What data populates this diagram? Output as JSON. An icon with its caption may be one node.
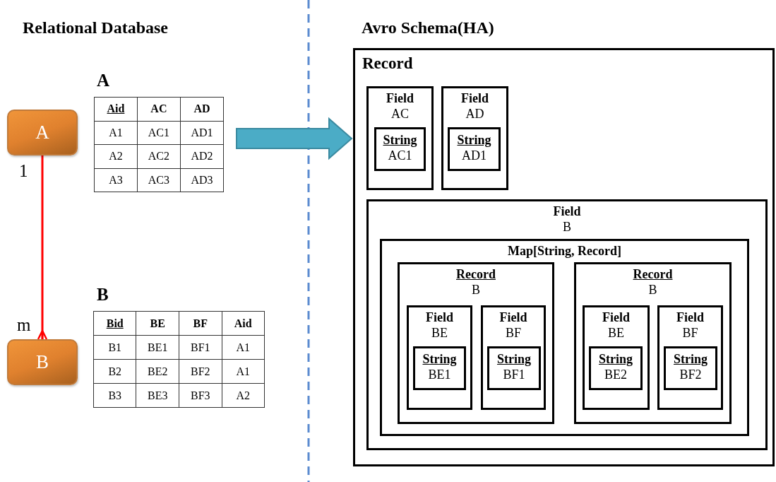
{
  "diagram": {
    "nodes": [
      {
        "text": [
          "A"
        ]
      },
      {
        "text": [
          "B"
        ]
      },
      {
        "text": [
          "Record"
        ]
      },
      {
        "text": [
          "Field",
          "AC"
        ],
        "in": 2
      },
      {
        "text": [
          "String",
          "AC1"
        ],
        "in": 3
      },
      {
        "text": [
          "Field",
          "AD"
        ],
        "in": 2
      },
      {
        "text": [
          "String",
          "AD1"
        ],
        "in": 5
      },
      {
        "text": [
          "Field",
          "B"
        ],
        "in": 2
      },
      {
        "text": [
          "Map[String, Record]"
        ],
        "in": 7
      },
      {
        "text": [
          "Record",
          "B"
        ],
        "in": 8
      },
      {
        "text": [
          "Field",
          "BE"
        ],
        "in": 9
      },
      {
        "text": [
          "String",
          "BE1"
        ],
        "in": 10
      },
      {
        "text": [
          "Field",
          "BF"
        ],
        "in": 9
      },
      {
        "text": [
          "String",
          "BF1"
        ],
        "in": 12
      },
      {
        "text": [
          "Record",
          "B"
        ],
        "in": 8
      },
      {
        "text": [
          "Field",
          "BE"
        ],
        "in": 14
      },
      {
        "text": [
          "String",
          "BE2"
        ],
        "in": 15
      },
      {
        "text": [
          "Field",
          "BF"
        ],
        "in": 14
      },
      {
        "text": [
          "String",
          "BF2"
        ],
        "in": 17
      }
    ],
    "edges": [
      {
        "from": 0,
        "to": 1,
        "arrow": "other",
        "color": "#ff0000"
      },
      {
        "from": null,
        "to": 2,
        "arrow": "to",
        "color": "#4bacc6"
      }
    ],
    "labels": [
      "Relational Database",
      "Avro Schema(HA)",
      "A",
      "Aid",
      "AC",
      "AD",
      "A1",
      "AC1",
      "AD1",
      "A2",
      "AC2",
      "AD2",
      "A3",
      "AC3",
      "AD3",
      "1",
      "m",
      "B",
      "Bid",
      "BE",
      "BF",
      "Aid",
      "B1",
      "BE1",
      "BF1",
      "A1",
      "B2",
      "BE2",
      "BF2",
      "A1",
      "B3",
      "BE3",
      "BF3",
      "A2"
    ]
  }
}
